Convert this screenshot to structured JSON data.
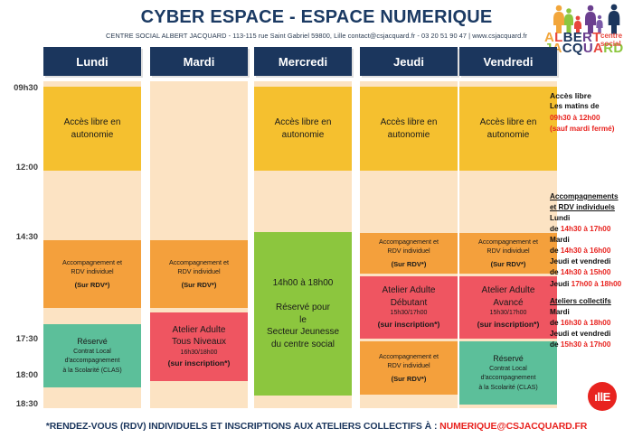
{
  "header": {
    "title": "CYBER ESPACE - ESPACE NUMERIQUE",
    "subtitle": "CENTRE SOCIAL ALBERT JACQUARD - 113-115 rue Saint Gabriel 59800, Lille  contact@csjacquard.fr  - 03 20 51 90 47 |  www.csjacquard.fr"
  },
  "logo": {
    "line1": "ALBERT",
    "line2": "JACQUARD",
    "tag_line1": "centre",
    "tag_line2": "social",
    "color_albert": "#f2a63b",
    "color_jacquard": "#8cc63e",
    "color_tag": "#e8463c"
  },
  "times": [
    "09h30",
    "12:00",
    "14:30",
    "17:30",
    "18:00",
    "18:30"
  ],
  "days": [
    {
      "name": "Lundi",
      "blocks": [
        {
          "color": "yellow",
          "lines": [
            {
              "style": "l1",
              "text": "Accès libre en"
            },
            {
              "style": "l1",
              "text": "autonomie"
            }
          ]
        },
        {
          "color": "orange",
          "lines": [
            {
              "style": "sm",
              "text": "Accompagnement  et"
            },
            {
              "style": "sm",
              "text": "RDV individuel"
            },
            {
              "style": "smb",
              "text": "(Sur RDV*)"
            }
          ]
        },
        {
          "color": "mint",
          "lines": [
            {
              "style": "big",
              "text": "Réservé"
            },
            {
              "style": "tiny",
              "text": "Contrat Local"
            },
            {
              "style": "tiny",
              "text": "d'accompagnement"
            },
            {
              "style": "tiny",
              "text": "à la Scolarité (CLAS)"
            }
          ]
        }
      ]
    },
    {
      "name": "Mardi",
      "blocks": [
        {
          "color": "orange",
          "lines": [
            {
              "style": "sm",
              "text": "Accompagnement  et"
            },
            {
              "style": "sm",
              "text": "RDV individuel"
            },
            {
              "style": "smb",
              "text": "(Sur RDV*)"
            }
          ]
        },
        {
          "color": "red",
          "lines": [
            {
              "style": "l1",
              "text": "Atelier Adulte"
            },
            {
              "style": "l1",
              "text": "Tous Niveaux"
            },
            {
              "style": "tiny",
              "text": "16h30/18h00"
            },
            {
              "style": "bigb",
              "text": "(sur inscription*)"
            }
          ]
        }
      ]
    },
    {
      "name": "Mercredi",
      "blocks": [
        {
          "color": "yellow",
          "lines": [
            {
              "style": "l1",
              "text": "Accès libre en"
            },
            {
              "style": "l1",
              "text": "autonomie"
            }
          ]
        },
        {
          "color": "green",
          "lines": [
            {
              "style": "l1",
              "text": "14h00 à 18h00"
            },
            {
              "style": "l1",
              "text": ""
            },
            {
              "style": "l1",
              "text": "Réservé pour"
            },
            {
              "style": "l1",
              "text": "le"
            },
            {
              "style": "l1",
              "text": "Secteur Jeunesse"
            },
            {
              "style": "l1",
              "text": "du centre social"
            }
          ]
        }
      ]
    },
    {
      "name": "Jeudi",
      "blocks": [
        {
          "color": "yellow",
          "lines": [
            {
              "style": "l1",
              "text": "Accès libre en"
            },
            {
              "style": "l1",
              "text": "autonomie"
            }
          ]
        },
        {
          "color": "orange",
          "lines": [
            {
              "style": "sm",
              "text": "Accompagnement et"
            },
            {
              "style": "sm",
              "text": "RDV individuel"
            },
            {
              "style": "smb",
              "text": "(Sur RDV*)"
            }
          ]
        },
        {
          "color": "red",
          "lines": [
            {
              "style": "l1",
              "text": "Atelier Adulte"
            },
            {
              "style": "l1",
              "text": "Débutant"
            },
            {
              "style": "tiny",
              "text": "15h30/17h00"
            },
            {
              "style": "bigb",
              "text": "(sur inscription*)"
            }
          ]
        },
        {
          "color": "orange",
          "lines": [
            {
              "style": "sm",
              "text": "Accompagnement et"
            },
            {
              "style": "sm",
              "text": "RDV individuel"
            },
            {
              "style": "smb",
              "text": "(Sur RDV*)"
            }
          ]
        }
      ]
    },
    {
      "name": "Vendredi",
      "blocks": [
        {
          "color": "yellow",
          "lines": [
            {
              "style": "l1",
              "text": "Accès libre en"
            },
            {
              "style": "l1",
              "text": "autonomie"
            }
          ]
        },
        {
          "color": "orange",
          "lines": [
            {
              "style": "sm",
              "text": "Accompagnement et"
            },
            {
              "style": "sm",
              "text": "RDV individuel"
            },
            {
              "style": "smb",
              "text": "(Sur RDV*)"
            }
          ]
        },
        {
          "color": "red",
          "lines": [
            {
              "style": "l1",
              "text": "Atelier Adulte"
            },
            {
              "style": "l1",
              "text": "Avancé"
            },
            {
              "style": "tiny",
              "text": "15h30/17h00"
            },
            {
              "style": "bigb",
              "text": "(sur inscription*)"
            }
          ]
        },
        {
          "color": "mint",
          "lines": [
            {
              "style": "big",
              "text": "Réservé"
            },
            {
              "style": "tiny",
              "text": "Contrat Local"
            },
            {
              "style": "tiny",
              "text": "d'accompagnement"
            },
            {
              "style": "tiny",
              "text": "à la Scolarité (CLAS)"
            }
          ]
        }
      ]
    }
  ],
  "panel": [
    {
      "id": "acces-libre",
      "heading": "Accès libre",
      "heading_underline": false,
      "lines": [
        {
          "text": "Les matins de",
          "color": "black"
        },
        {
          "text": "09h30 à 12h00",
          "color": "red"
        },
        {
          "text": "(sauf mardi fermé)",
          "color": "red"
        }
      ]
    },
    {
      "id": "accompagnements",
      "heading": "Accompagnements\net RDV individuels",
      "heading_underline": true,
      "lines": [
        {
          "text": "Lundi",
          "color": "black"
        },
        {
          "text": "de |14h30 à 17h00",
          "color": "mix"
        },
        {
          "text": "Mardi",
          "color": "black"
        },
        {
          "text": "de |14h30 à 16h00",
          "color": "mix"
        },
        {
          "text": "Jeudi et vendredi",
          "color": "black"
        },
        {
          "text": "de |14h30 à 15h00",
          "color": "mix"
        },
        {
          "text": "Jeudi |17h00 à 18h00",
          "color": "mix"
        }
      ]
    },
    {
      "id": "ateliers-collectifs",
      "heading": "Ateliers collectifs",
      "heading_underline": true,
      "lines": [
        {
          "text": "Mardi",
          "color": "black"
        },
        {
          "text": "de |16h30 à 18h00",
          "color": "mix"
        },
        {
          "text": "Jeudi et vendredi",
          "color": "black"
        },
        {
          "text": "de |15h30 à 17h00",
          "color": "mix"
        }
      ]
    }
  ],
  "lille_logo": {
    "label": "Lille"
  },
  "footer": {
    "text": "*RENDEZ-VOUS (RDV)  INDIVIDUELS ET INSCRIPTIONS AUX ATELIERS COLLECTIFS À : ",
    "email": "NUMERIQUE@CSJACQUARD.FR"
  }
}
